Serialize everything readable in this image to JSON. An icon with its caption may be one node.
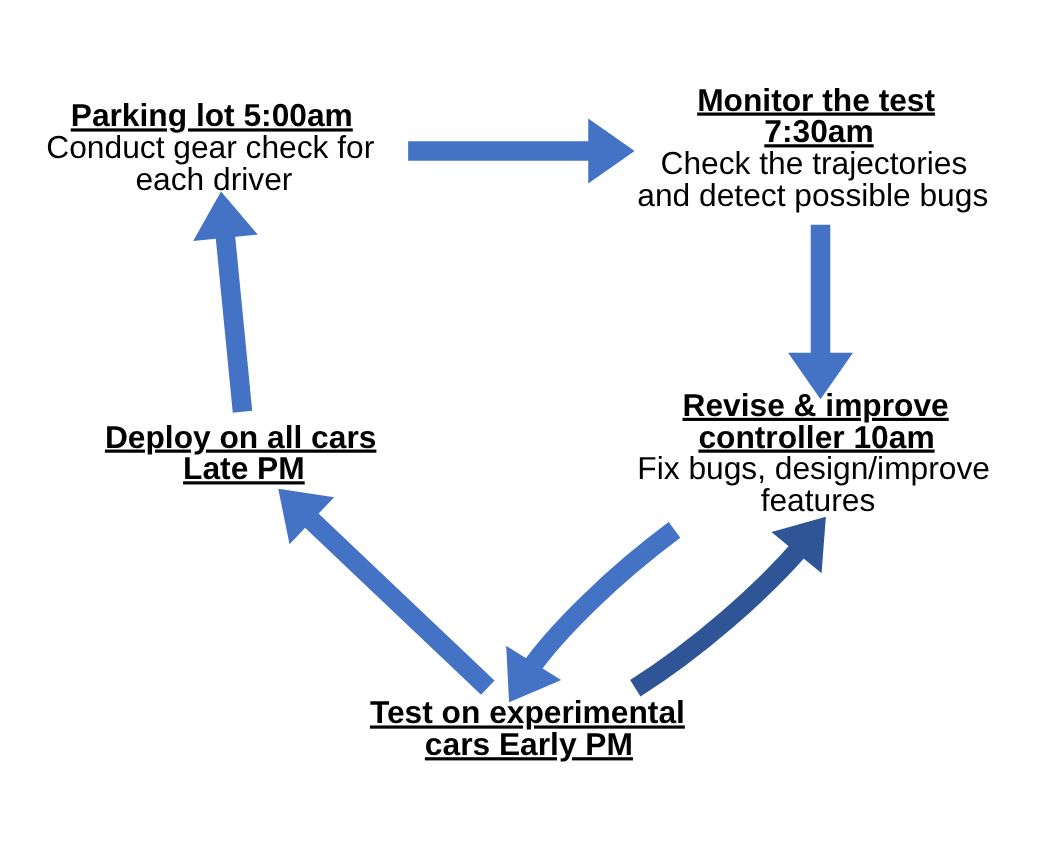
{
  "diagram": {
    "nodes": [
      {
        "text": [
          "Parking lot 5:00am",
          "Conduct gear check for each driver"
        ]
      },
      {
        "text": [
          "Monitor the test 7:30am",
          "Check the trajectories and detect possible bugs"
        ]
      },
      {
        "text": [
          "Revise & improve controller 10am",
          "Fix bugs, design/improve features"
        ]
      },
      {
        "text": [
          "Test on experimental cars Early PM"
        ]
      },
      {
        "text": [
          "Deploy on all cars Late PM"
        ]
      }
    ],
    "edges": [
      {
        "from": 0,
        "to": 1,
        "arrow": "to"
      },
      {
        "from": 1,
        "to": 2,
        "arrow": "to"
      },
      {
        "from": 2,
        "to": 3,
        "arrow": "to"
      },
      {
        "from": 3,
        "to": 4,
        "arrow": "to"
      },
      {
        "from": 4,
        "to": 0,
        "arrow": "to"
      },
      {
        "from": 3,
        "to": 2,
        "arrow": "to",
        "color": "#2f5597"
      }
    ]
  }
}
